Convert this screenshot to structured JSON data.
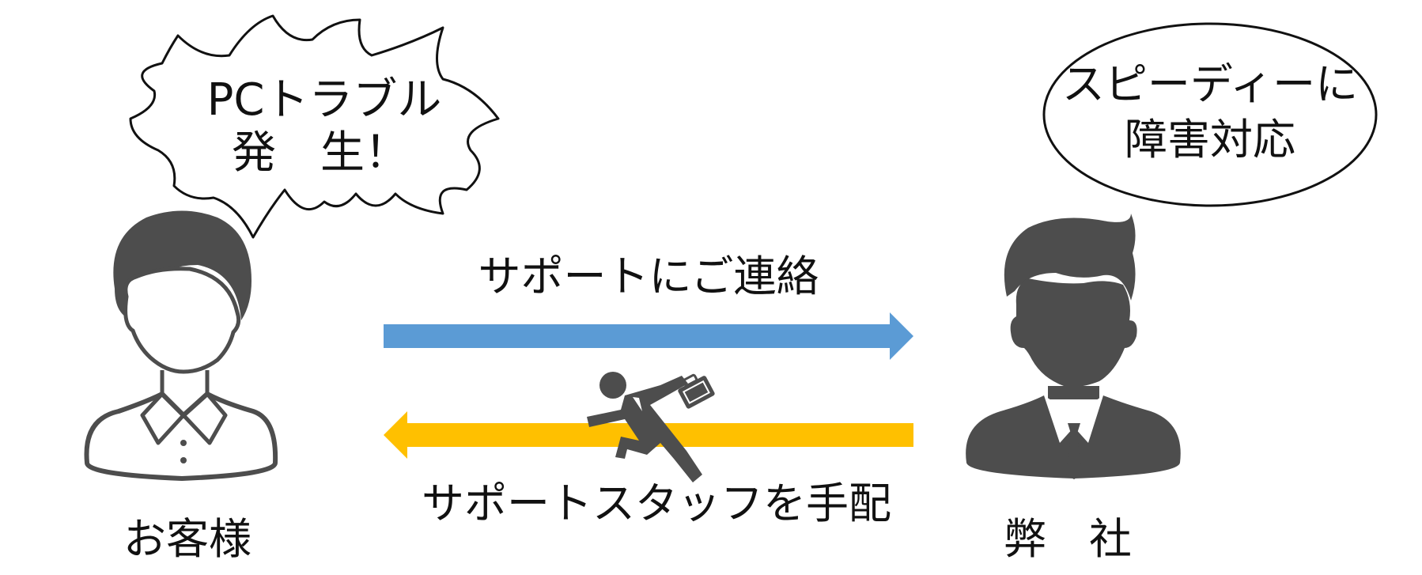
{
  "customer": {
    "label": "お客様"
  },
  "company": {
    "label": "弊　社"
  },
  "trouble_bubble": {
    "line1": "PCトラブル",
    "line2": "発　生！"
  },
  "response_bubble": {
    "line1": "スピーディーに",
    "line2": "障害対応"
  },
  "contact_arrow": {
    "label": "サポートにご連絡",
    "color": "#5b9bd5"
  },
  "dispatch_arrow": {
    "label": "サポートスタッフを手配",
    "color": "#ffc000"
  },
  "colors": {
    "person": "#4d4d4d",
    "outline": "#555555"
  }
}
